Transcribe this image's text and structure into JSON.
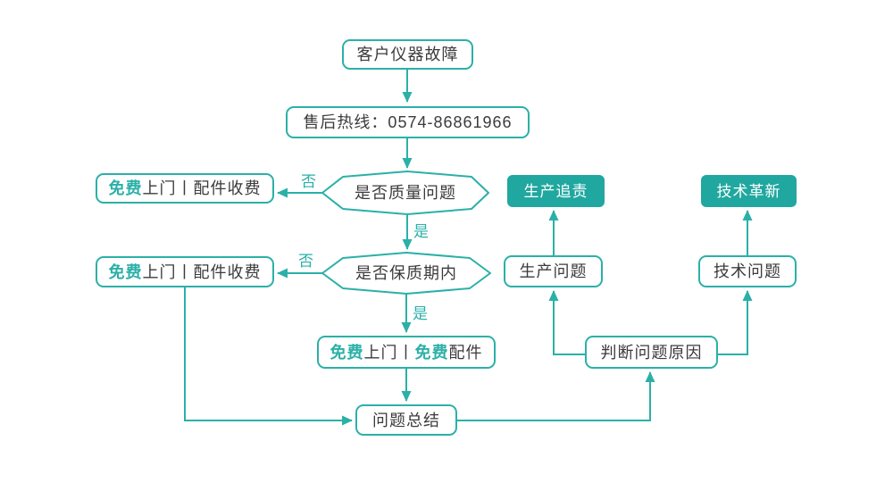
{
  "colors": {
    "teal": "#2BB0A8",
    "teal_fill": "#20A79F",
    "text_dark": "#3B3B3B",
    "background": "#FFFFFF"
  },
  "nodes": {
    "customer_fault": {
      "label": "客户仪器故障"
    },
    "hotline": {
      "label": "售后热线：0574-86861966"
    },
    "quality_decision": {
      "label": "是否质量问题"
    },
    "warranty_decision": {
      "label": "是否保质期内"
    },
    "free_visit_paid_parts_1": {
      "segments": [
        {
          "t": "免费",
          "accent": true
        },
        {
          "t": "上门丨配件收费",
          "accent": false
        }
      ]
    },
    "free_visit_paid_parts_2": {
      "segments": [
        {
          "t": "免费",
          "accent": true
        },
        {
          "t": "上门丨配件收费",
          "accent": false
        }
      ]
    },
    "free_visit_free_parts": {
      "segments": [
        {
          "t": "免费",
          "accent": true
        },
        {
          "t": "上门丨",
          "accent": false
        },
        {
          "t": "免费",
          "accent": true
        },
        {
          "t": "配件",
          "accent": false
        }
      ]
    },
    "production_trace": {
      "label": "生产追责"
    },
    "tech_innovation": {
      "label": "技术革新"
    },
    "production_problem": {
      "label": "生产问题"
    },
    "tech_problem": {
      "label": "技术问题"
    },
    "judge_cause": {
      "label": "判断问题原因"
    },
    "summary": {
      "label": "问题总结"
    }
  },
  "edge_labels": {
    "quality_no": "否",
    "quality_yes": "是",
    "warranty_no": "否",
    "warranty_yes": "是"
  }
}
